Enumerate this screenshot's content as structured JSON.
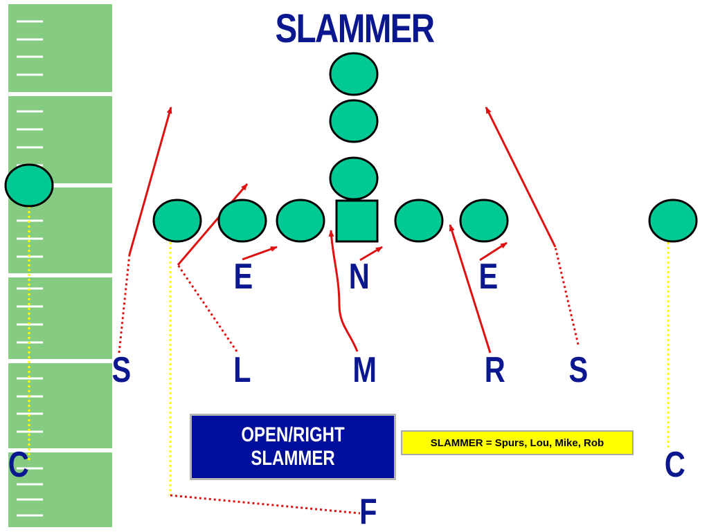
{
  "title": "SLAMMER",
  "labels": {
    "e_left": "E",
    "n": "N",
    "e_right": "E",
    "s_left": "S",
    "l": "L",
    "m": "M",
    "r": "R",
    "s_right": "S",
    "c_left": "C",
    "c_right": "C",
    "f": "F"
  },
  "formation": {
    "line1": "OPEN/RIGHT",
    "line2": "SLAMMER"
  },
  "call": "SLAMMER = Spurs, Lou, Mike, Rob",
  "colors": {
    "player": "#00c996",
    "field": "#85cc82",
    "label": "#0b178f",
    "route": "#e01010",
    "coverage": "#ffff00"
  }
}
